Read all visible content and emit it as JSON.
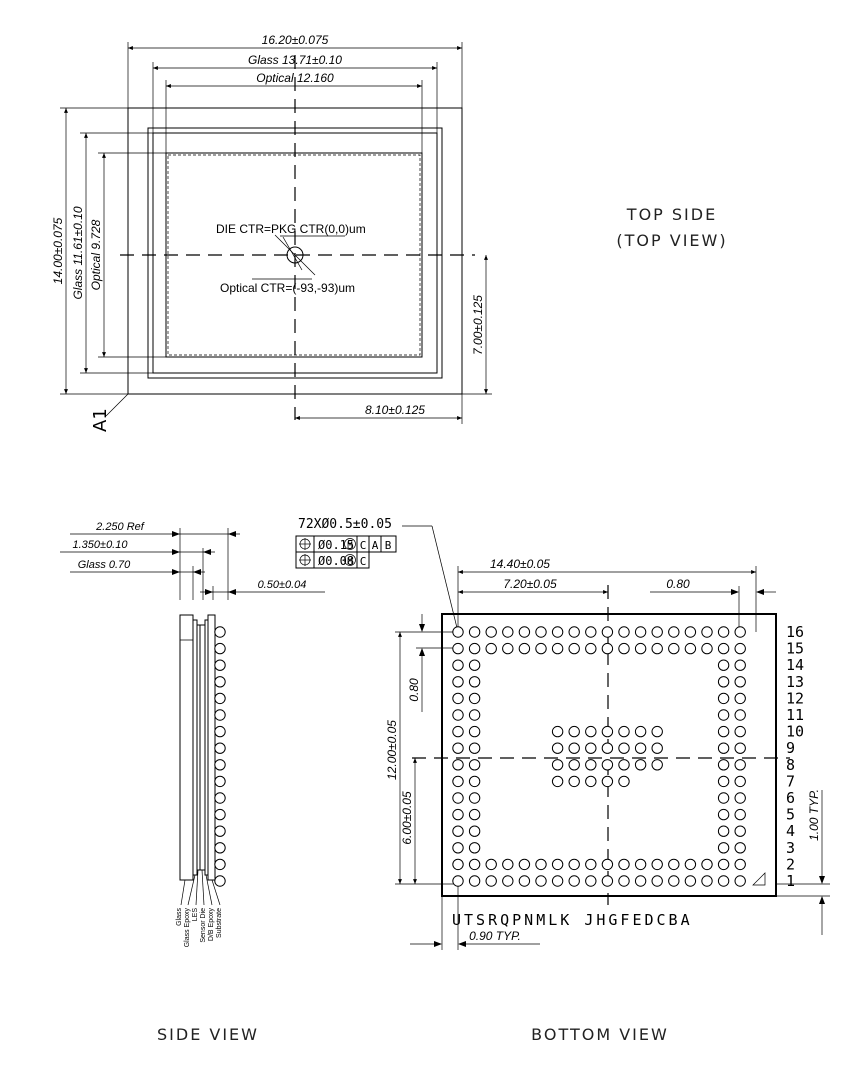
{
  "top_view": {
    "title_line1": "TOP SIDE",
    "title_line2": "(TOP VIEW)",
    "dim_pkg_width": "16.20±0.075",
    "dim_glass_width": "Glass 13.71±0.10",
    "dim_optical_width": "Optical  12.160",
    "dim_pkg_height": "14.00±0.075",
    "dim_glass_height": "Glass 11.61±0.10",
    "dim_optical_height": "Optical  9.728",
    "dim_center_y": "7.00±0.125",
    "dim_center_x": "8.10±0.125",
    "die_ctr_label": "DIE CTR=PKG CTR(0,0)um",
    "optical_ctr_label": "Optical CTR=(-93,-93)um",
    "a1_label": "A1"
  },
  "side_view": {
    "title": "SIDE VIEW",
    "dim_total": "2.250 Ref",
    "dim_body": "1.350±0.10",
    "dim_glass": "Glass 0.70",
    "dim_ball": "0.50±0.04",
    "layers": [
      "Glass",
      "Glass Epoxy",
      "LES",
      "Sensor Die",
      "D/B Epoxy",
      "Substrate"
    ]
  },
  "bottom_view": {
    "title": "BOTTOM VIEW",
    "ball_callout": "72XØ0.5±0.05",
    "tol1": {
      "value": "Ø0.15",
      "mod": "M",
      "refs": [
        "C",
        "A",
        "B"
      ]
    },
    "tol2": {
      "value": "Ø0.08",
      "mod": "M",
      "refs": [
        "C"
      ]
    },
    "dim_array_width": "14.40±0.05",
    "dim_half_width": "7.20±0.05",
    "dim_pitch_x": "0.80",
    "dim_pitch_y": "0.80",
    "dim_array_height": "12.00±0.05",
    "dim_half_height": "6.00±0.05",
    "dim_edge_typ": "1.00 TYP.",
    "dim_edge_bottom": "0.90 TYP.",
    "col_labels": "UTSRQPNMLK JHGFEDCBA",
    "row_labels": [
      "16",
      "15",
      "14",
      "13",
      "12",
      "11",
      "10",
      "9",
      "8",
      "7",
      "6",
      "5",
      "4",
      "3",
      "2",
      "1"
    ]
  }
}
